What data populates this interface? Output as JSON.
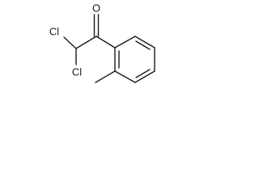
{
  "molecule": {
    "atoms": {
      "oxygen": "O",
      "chlorine_top": "Cl",
      "chlorine_bottom": "Cl"
    }
  }
}
